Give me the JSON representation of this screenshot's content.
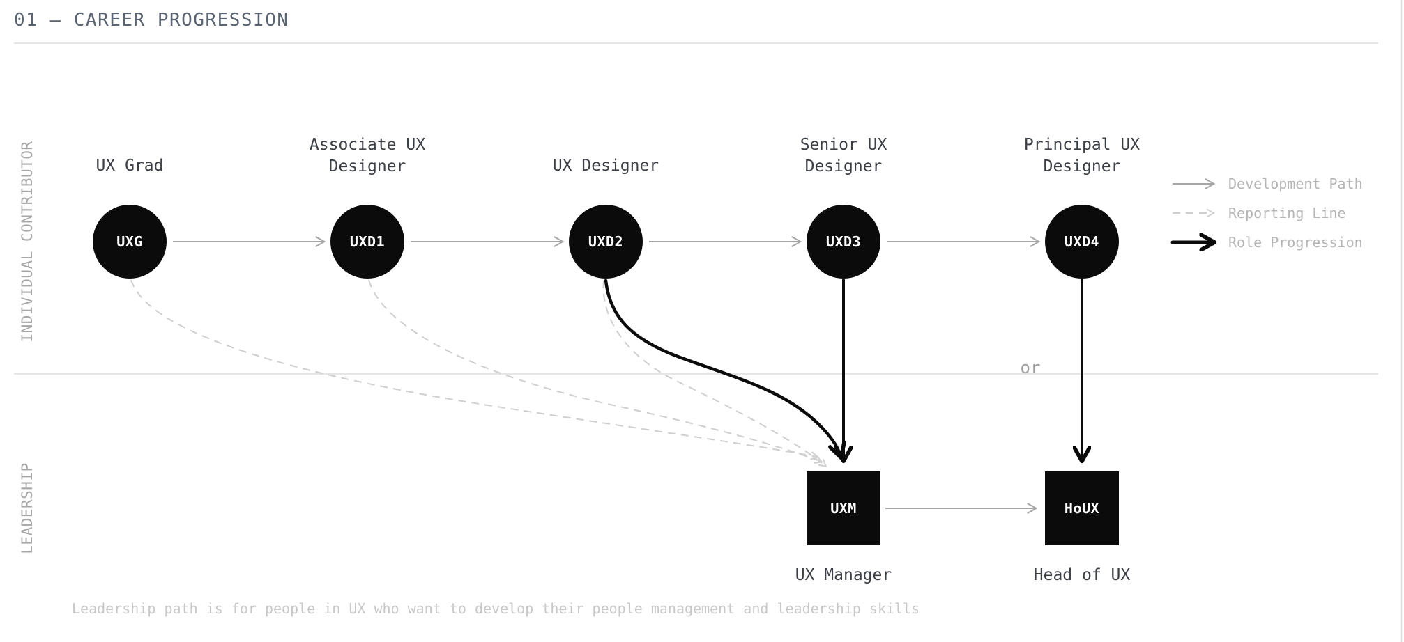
{
  "header": {
    "title": "01 — CAREER PROGRESSION"
  },
  "sections": {
    "individual_contributor": "INDIVIDUAL CONTRIBUTOR",
    "leadership": "LEADERSHIP"
  },
  "legend": {
    "development_path": "Development Path",
    "reporting_line": "Reporting Line",
    "role_progression": "Role Progression"
  },
  "ic_nodes": [
    {
      "id": "UXG",
      "lines": [
        "UX Grad"
      ]
    },
    {
      "id": "UXD1",
      "lines": [
        "Associate UX",
        "Designer"
      ]
    },
    {
      "id": "UXD2",
      "lines": [
        "UX Designer"
      ]
    },
    {
      "id": "UXD3",
      "lines": [
        "Senior UX",
        "Designer"
      ]
    },
    {
      "id": "UXD4",
      "lines": [
        "Principal UX",
        "Designer"
      ]
    }
  ],
  "leadership_nodes": [
    {
      "id": "UXM",
      "label": "UX Manager"
    },
    {
      "id": "HoUX",
      "label": "Head of UX"
    }
  ],
  "or_label": "or",
  "footnote": "Leadership path is for people in UX who want to develop their people management and leadership skills",
  "colors": {
    "background": "#ffffff",
    "node_fill": "#0b0b0b",
    "development_path_arrow": "#a6a6a6",
    "reporting_line_dash": "#cfcfcf",
    "role_progression_arrow": "#0b0b0b",
    "title_text": "#5b6472"
  }
}
